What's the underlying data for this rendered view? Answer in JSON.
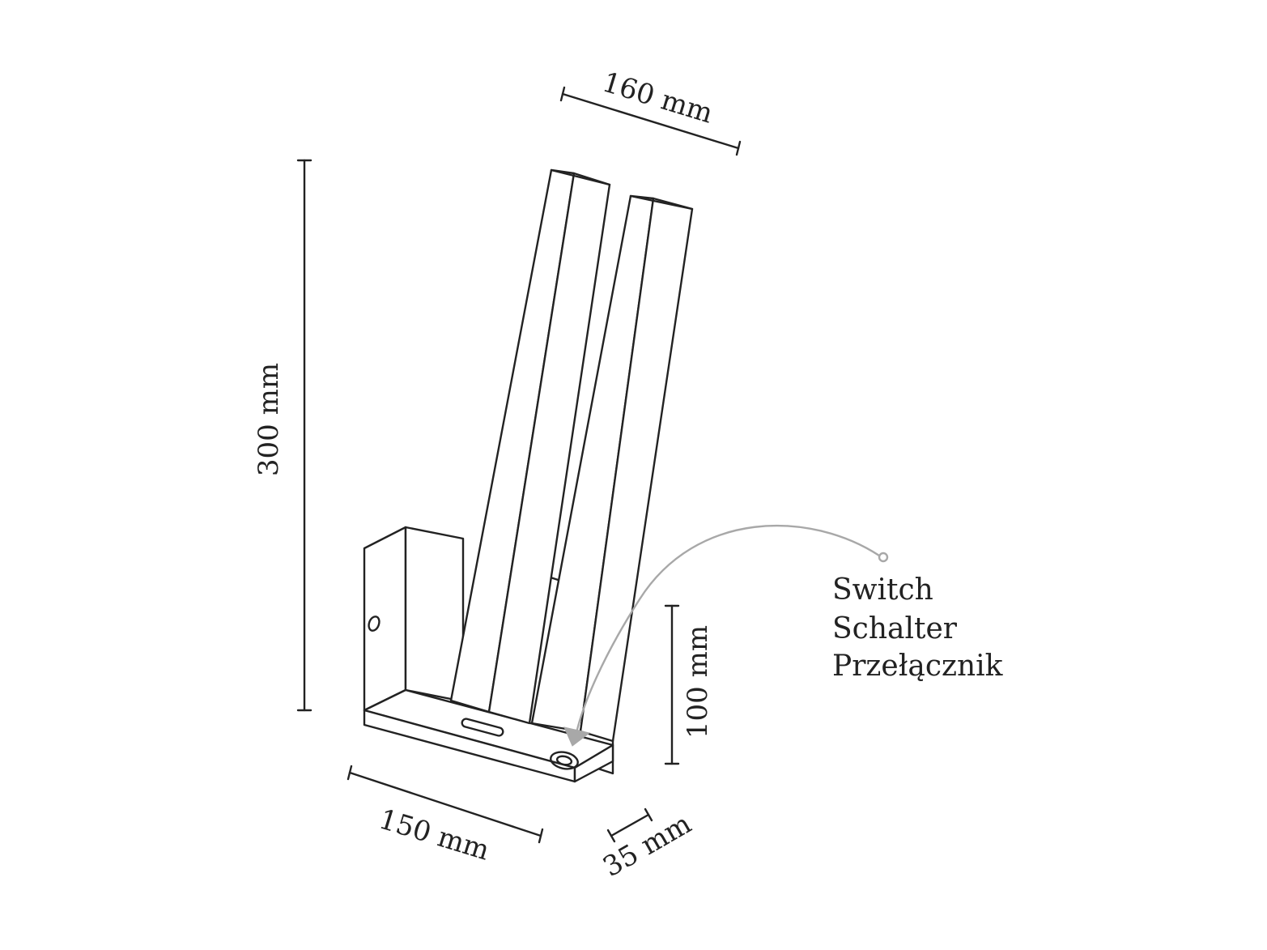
{
  "dimensions": {
    "width_top": "160 mm",
    "height_total": "300 mm",
    "height_base": "100 mm",
    "width_base": "150 mm",
    "depth_base": "35 mm"
  },
  "callout": {
    "lines": [
      "Switch",
      "Schalter",
      "Przełącznik"
    ]
  },
  "colors": {
    "ink": "#222222",
    "pointer": "#a8a8a8",
    "background": "#ffffff"
  }
}
